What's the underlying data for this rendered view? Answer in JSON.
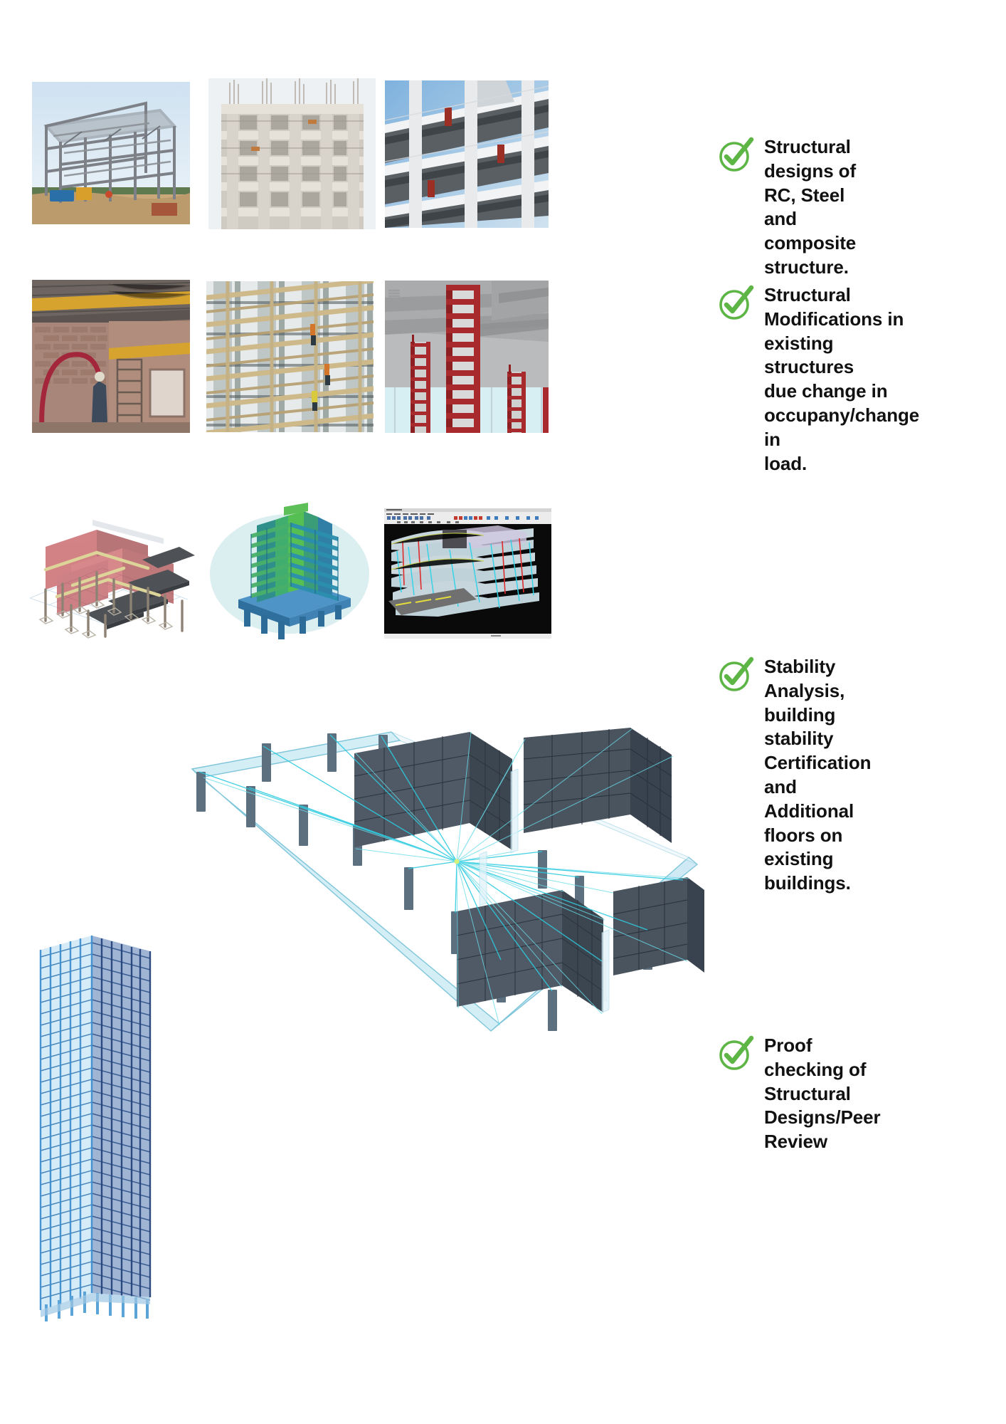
{
  "document": {
    "kind": "structural-engineering-services-infographic",
    "background_color": "#ffffff",
    "accent_color": "#5cb545",
    "text_color": "#111111"
  },
  "rows": [
    {
      "id": "row-structural-designs",
      "bullet_text": "Structural designs of\nRC, Steel and\ncomposite structure.",
      "icon": "green-check-circle-icon",
      "images": [
        {
          "name": "steel-frame-construction-photo",
          "caption": "Steel frame building under construction"
        },
        {
          "name": "rc-frame-construction-photo",
          "caption": "Reinforced concrete multi-storey frame"
        },
        {
          "name": "composite-deck-construction-photo",
          "caption": "Composite steel deck floors"
        }
      ]
    },
    {
      "id": "row-structural-modifications",
      "bullet_text": "Structural\nModifications in\nexisting structures\ndue change in\noccupany/change in\nload.",
      "icon": "green-check-circle-icon",
      "images": [
        {
          "name": "interior-retrofit-brick-photo",
          "caption": "Interior retrofit with exposed brick and steel beams"
        },
        {
          "name": "bamboo-scaffold-facade-photo",
          "caption": "Scaffolded building facade refurbishment"
        },
        {
          "name": "column-jacketing-render",
          "caption": "Red steel column jacketing render"
        }
      ]
    },
    {
      "id": "row-stability-analysis",
      "bullet_text": "Stability Analysis,\nbuilding stability\nCertification and\nAdditional floors on\nexisting buildings.",
      "icon": "green-check-circle-icon",
      "images": [
        {
          "name": "3d-structural-model-render",
          "caption": "3D frame model with red infill walls"
        },
        {
          "name": "fea-stress-tower-render",
          "caption": "Finite element stress contour of tower"
        },
        {
          "name": "analysis-software-screenshot",
          "caption": "Structural analysis software 3D view"
        }
      ]
    },
    {
      "id": "row-proof-checking",
      "bullet_text": "Proof checking of\nStructural\nDesigns/Peer\nReview",
      "icon": "green-check-circle-icon",
      "images": [
        {
          "name": "highrise-wireframe-model",
          "caption": "High-rise 3D wireframe model"
        },
        {
          "name": "rigid-diaphragm-model",
          "caption": "Rigid diaphragm constraint model with shear walls"
        }
      ]
    }
  ]
}
